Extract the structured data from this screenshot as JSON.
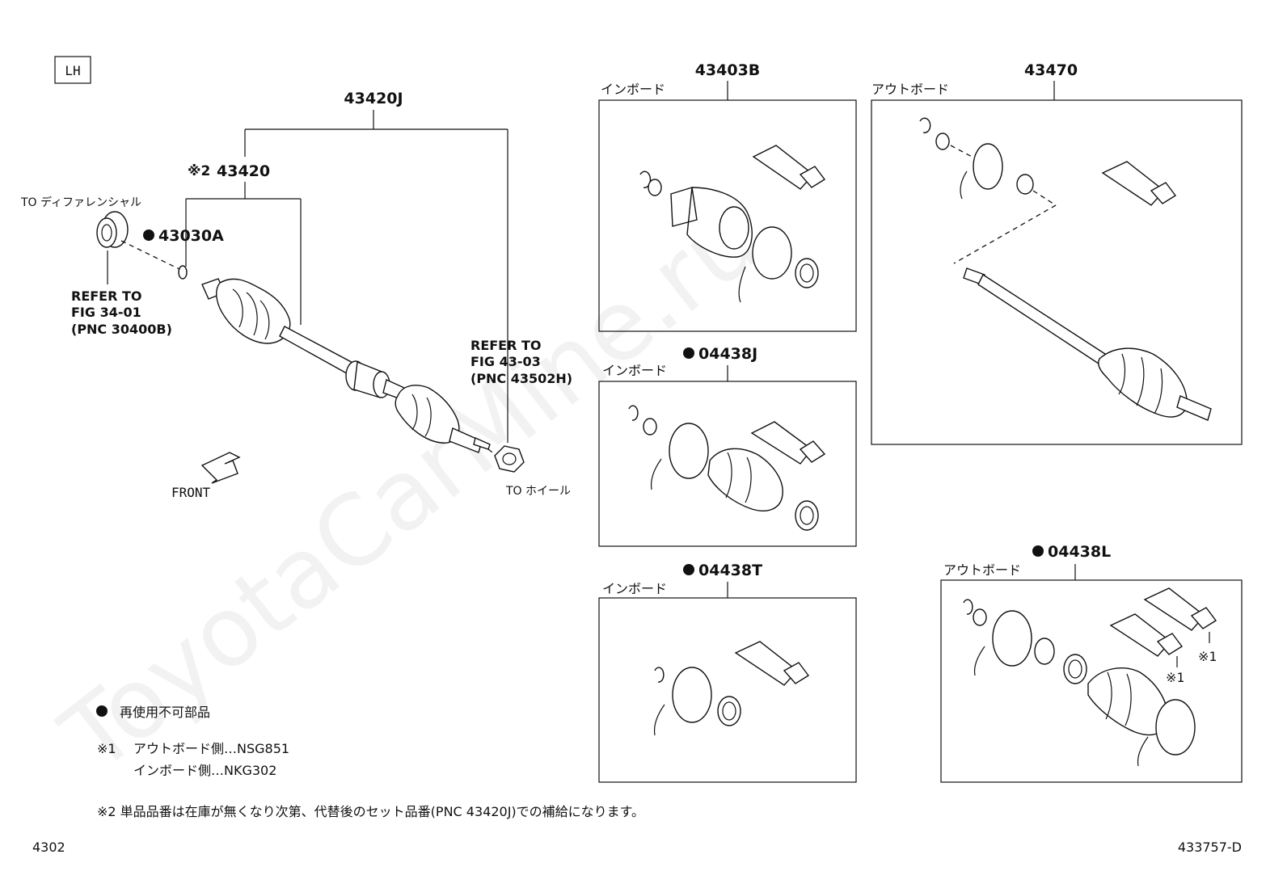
{
  "watermark": "ToyotaCarMine.ru",
  "side_tag": "LH",
  "main": {
    "assembly_pnc": "43420J",
    "shaft_note_mark": "※2",
    "shaft_pnc": "43420",
    "seal_pnc": "43030A",
    "diff_label": "TO ディファレンシャル",
    "refer_diff": [
      "REFER TO",
      "FIG 34-01",
      "(PNC 30400B)"
    ],
    "refer_hub": [
      "REFER TO",
      "FIG 43-03",
      "(PNC 43502H)"
    ],
    "wheel_label": "TO ホイール",
    "front_label": "FRONT"
  },
  "kits": {
    "k43403B": {
      "pnc": "43403B",
      "side": "インボード"
    },
    "k43470": {
      "pnc": "43470",
      "side": "アウトボード"
    },
    "k04438J": {
      "pnc": "04438J",
      "side": "インボード"
    },
    "k04438T": {
      "pnc": "04438T",
      "side": "インボード"
    },
    "k04438L": {
      "pnc": "04438L",
      "side": "アウトボード",
      "grease_mark_1": "※1",
      "grease_mark_2": "※1"
    }
  },
  "legend": {
    "non_reusable": "再使用不可部品",
    "note1_mark": "※1",
    "note1_line1": "アウトボード側…NSG851",
    "note1_line2": "インボード側…NKG302",
    "note2": "※2 単品品番は在庫が無くなり次第、代替後のセット品番(PNC 43420J)での補給になります。"
  },
  "footer": {
    "page_code": "4302",
    "drawing_no": "433757-D"
  },
  "colors": {
    "ink": "#111111",
    "background": "#ffffff"
  }
}
